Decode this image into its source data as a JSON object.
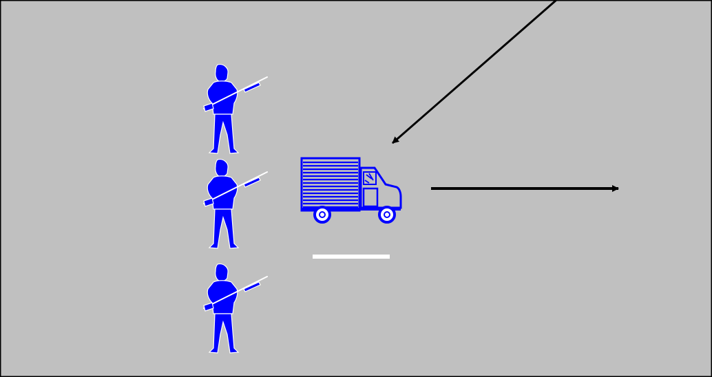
{
  "scene": {
    "background_color": "#c0c0c0",
    "border_color": "#000000",
    "unit_color": "#0000ff",
    "arrow_color": "#000000",
    "marker_color": "#ffffff"
  },
  "units": {
    "soldiers": [
      {
        "icon": "soldier-with-rifle-icon"
      },
      {
        "icon": "soldier-with-rifle-icon"
      },
      {
        "icon": "soldier-with-rifle-icon"
      }
    ],
    "vehicle": {
      "icon": "box-truck-icon"
    }
  },
  "arrows": [
    {
      "icon": "diagonal-incoming-arrow-icon",
      "direction": "down-left"
    },
    {
      "icon": "right-arrow-icon",
      "direction": "right"
    }
  ],
  "markers": [
    {
      "icon": "white-dash-marker"
    }
  ]
}
